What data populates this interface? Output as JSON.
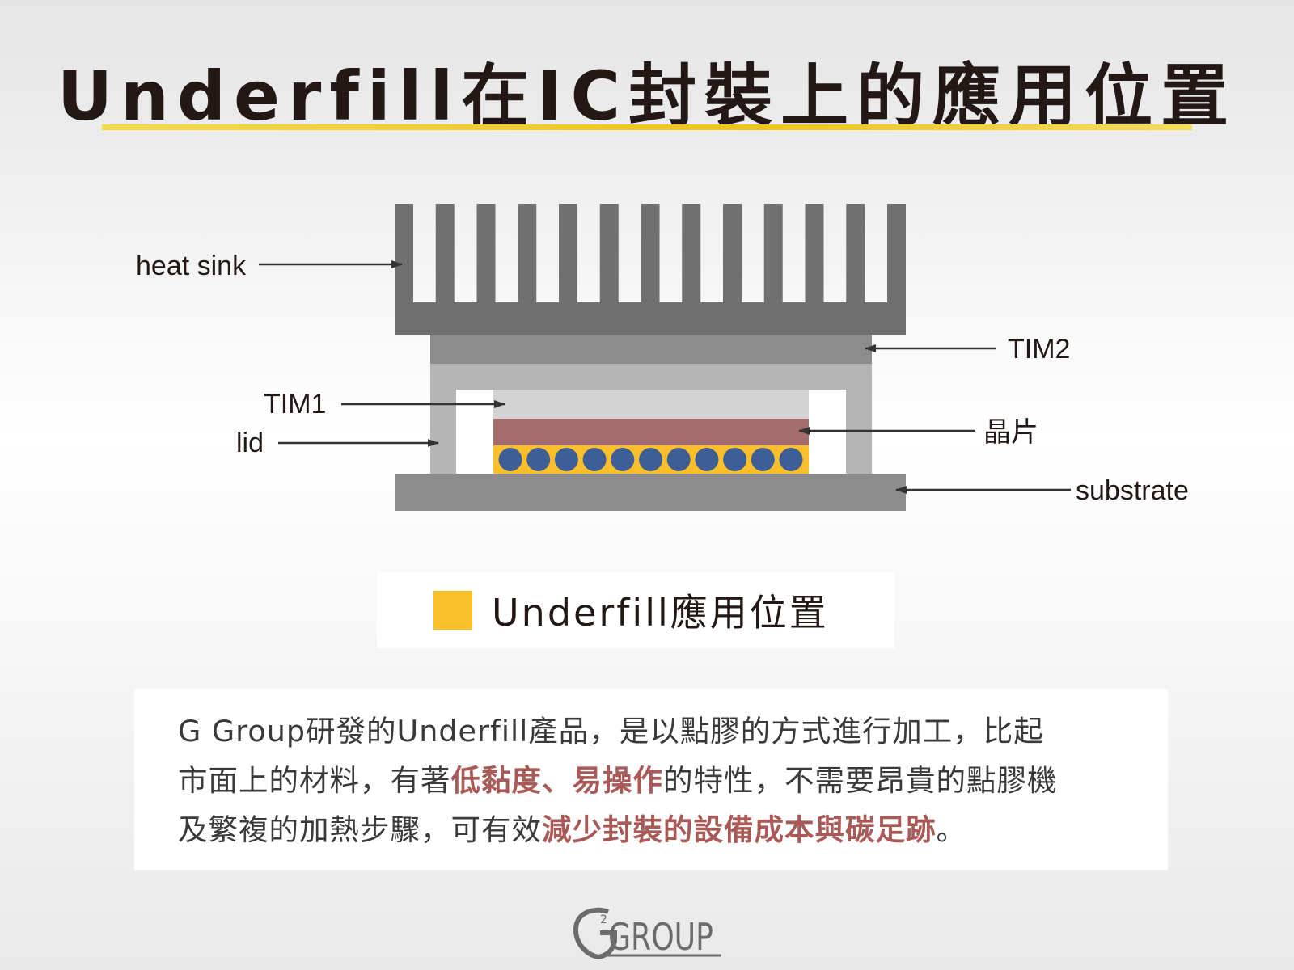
{
  "title": "Underfill在IC封裝上的應用位置",
  "labels": {
    "heat_sink": "heat sink",
    "tim2": "TIM2",
    "tim1": "TIM1",
    "lid": "lid",
    "chip": "晶片",
    "substrate": "substrate"
  },
  "legend": {
    "text": "Underfill應用位置",
    "color": "#fbbf2b"
  },
  "description": {
    "line1": "G Group研發的Underfill產品，是以點膠的方式進行加工，比起",
    "line2_a": "市面上的材料，有著",
    "line2_hl1": "低黏度",
    "line2_sep": "、",
    "line2_hl2": "易操作",
    "line2_b": "的特性，不需要昂貴的點膠機",
    "line3_a": "及繁複的加熱步驟，可有效",
    "line3_hl": "減少封裝的設備成本與碳足跡",
    "line3_b": "。"
  },
  "logo": {
    "text": "GROUP",
    "superscript": "2"
  },
  "colors": {
    "heat_sink": "#717071",
    "tim2": "#8c8c8c",
    "lid": "#b5b5b6",
    "tim1": "#d3d3d3",
    "chip": "#a46c6c",
    "bumps": "#3e5e96",
    "substrate": "#8c8c8c",
    "highlight": "#a95a57"
  }
}
